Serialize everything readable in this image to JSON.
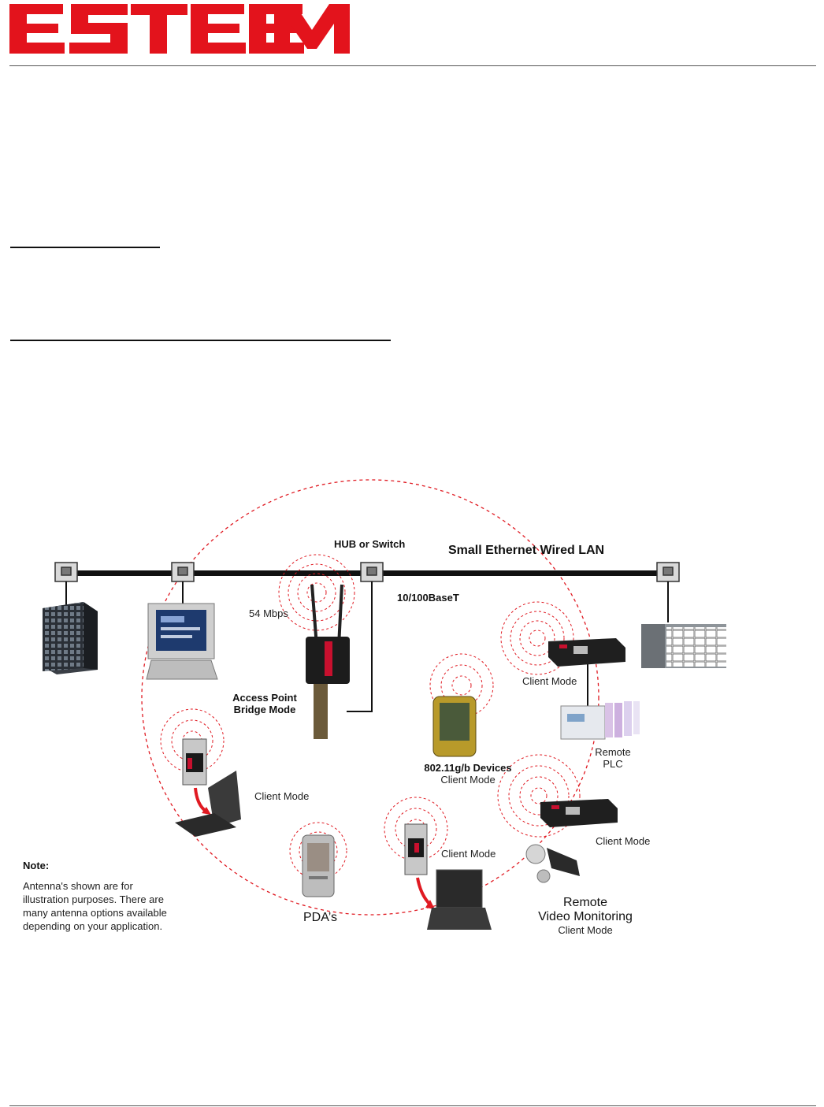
{
  "header": {
    "logo_text": "ESTEEM",
    "brand_color": "#e3131c"
  },
  "figure": {
    "labels": {
      "hub": "HUB or Switch",
      "lan": "Small Ethernet Wired LAN",
      "basetext": "10/100BaseT",
      "speed": "54 Mbps",
      "ap_line1": "Access Point",
      "ap_line2": "Bridge Mode",
      "client_mode_radio": "Client Mode",
      "plc_line1": "Remote",
      "plc_line2": "PLC",
      "devices_title": "802.11g/b Devices",
      "devices_mode": "Client Mode",
      "laptop_mode": "Client Mode",
      "video_client": "Client Mode",
      "card_mode": "Client Mode",
      "video_line1": "Remote",
      "video_line2": "Video Monitoring",
      "video_mode": "Client Mode",
      "pdas": "PDA’s"
    },
    "note": {
      "title": "Note:",
      "body": "Antenna's shown are for illustration purposes.  There are many antenna options available depending on your application."
    },
    "colors": {
      "wave": "#e01a22",
      "cable": "#111111",
      "radio_red": "#c8102e"
    }
  }
}
